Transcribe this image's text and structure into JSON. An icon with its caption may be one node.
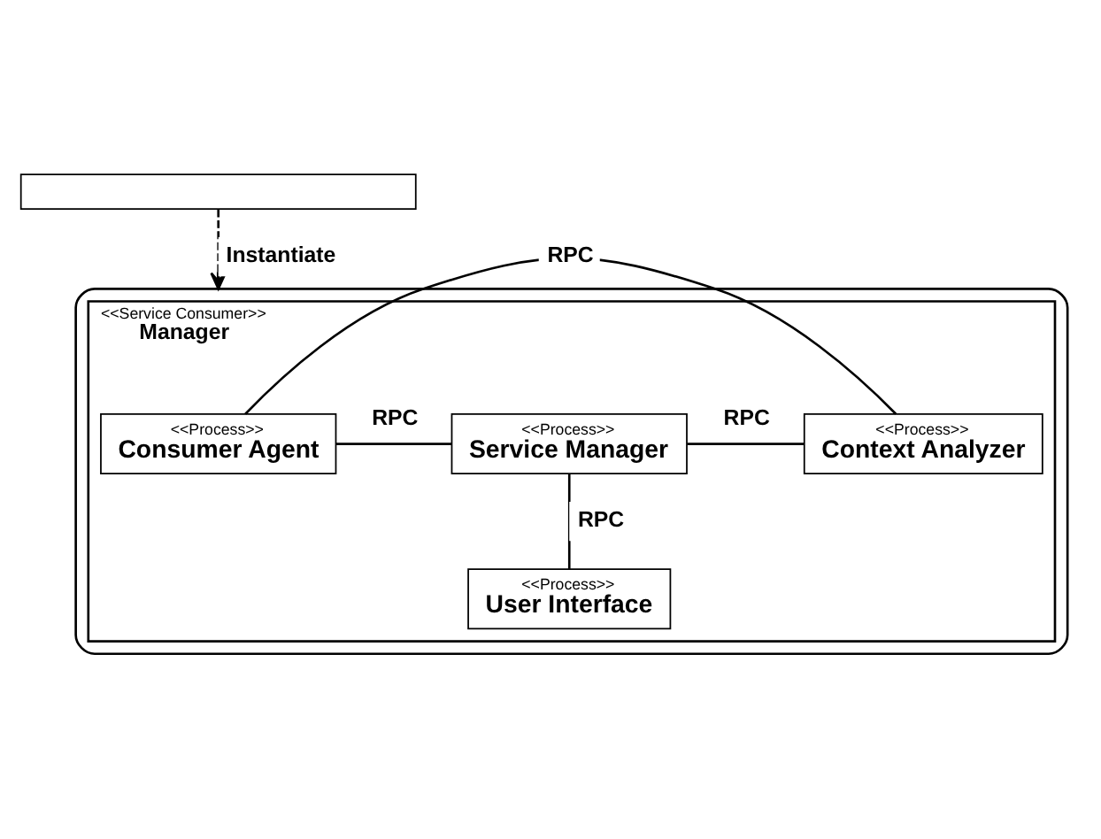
{
  "diagram": {
    "nodes": [
      {
        "text": [],
        "shape": "box"
      },
      {
        "text": [],
        "shape": "box"
      },
      {
        "text": [
          "<<Service Consumer>>",
          "Manager"
        ],
        "in": 1
      },
      {
        "text": [
          "<<Process>>",
          "Consumer Agent"
        ],
        "in": 2
      },
      {
        "text": [
          "<<Process>>",
          "Service Manager"
        ],
        "in": 2
      },
      {
        "text": [
          "<<Process>>",
          "Context Analyzer"
        ],
        "in": 2
      },
      {
        "text": [
          "<<Process>>",
          "User Interface"
        ],
        "in": 2
      }
    ],
    "edges": [
      {
        "from": 0,
        "to": 1,
        "arrow": "to",
        "style": "dashed",
        "label": "Instantiate"
      },
      {
        "from": 3,
        "to": 5,
        "arrow": "none",
        "label": "RPC"
      },
      {
        "from": 3,
        "to": 4,
        "arrow": "none",
        "label": "RPC"
      },
      {
        "from": 4,
        "to": 5,
        "arrow": "none",
        "label": "RPC"
      },
      {
        "from": 4,
        "to": 6,
        "arrow": "none",
        "label": "RPC"
      }
    ]
  }
}
